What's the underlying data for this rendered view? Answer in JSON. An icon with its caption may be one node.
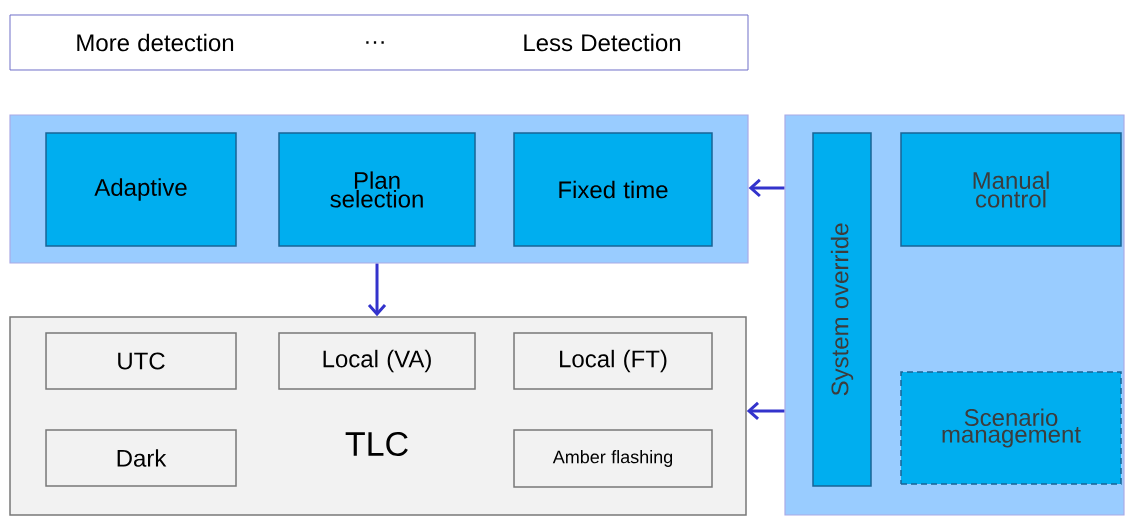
{
  "diagram": {
    "nodes": [
      {
        "text": [
          "More detection",
          "…",
          "Less Detection"
        ]
      },
      {
        "text": [],
        "shape": "box"
      },
      {
        "text": [
          "Adaptive"
        ],
        "in": 1
      },
      {
        "text": [
          "Plan selection"
        ],
        "in": 1
      },
      {
        "text": [
          "Fixed time"
        ],
        "in": 1
      },
      {
        "text": [],
        "shape": "box"
      },
      {
        "text": [
          "System override"
        ],
        "in": 5
      },
      {
        "text": [
          "Manual control"
        ],
        "in": 5
      },
      {
        "text": [
          "Scenario management"
        ],
        "in": 5
      },
      {
        "text": [
          "TLC"
        ]
      },
      {
        "text": [
          "UTC"
        ],
        "in": 9
      },
      {
        "text": [
          "Local (VA)"
        ],
        "in": 9
      },
      {
        "text": [
          "Local (FT)"
        ],
        "in": 9
      },
      {
        "text": [
          "Dark"
        ],
        "in": 9
      },
      {
        "text": [
          "Amber flashing"
        ],
        "in": 9
      }
    ],
    "edges": [
      {
        "from": 5,
        "to": 1,
        "arrow": "to"
      },
      {
        "from": 1,
        "to": 9,
        "arrow": "to"
      },
      {
        "from": 5,
        "to": 9,
        "arrow": "to"
      }
    ]
  }
}
